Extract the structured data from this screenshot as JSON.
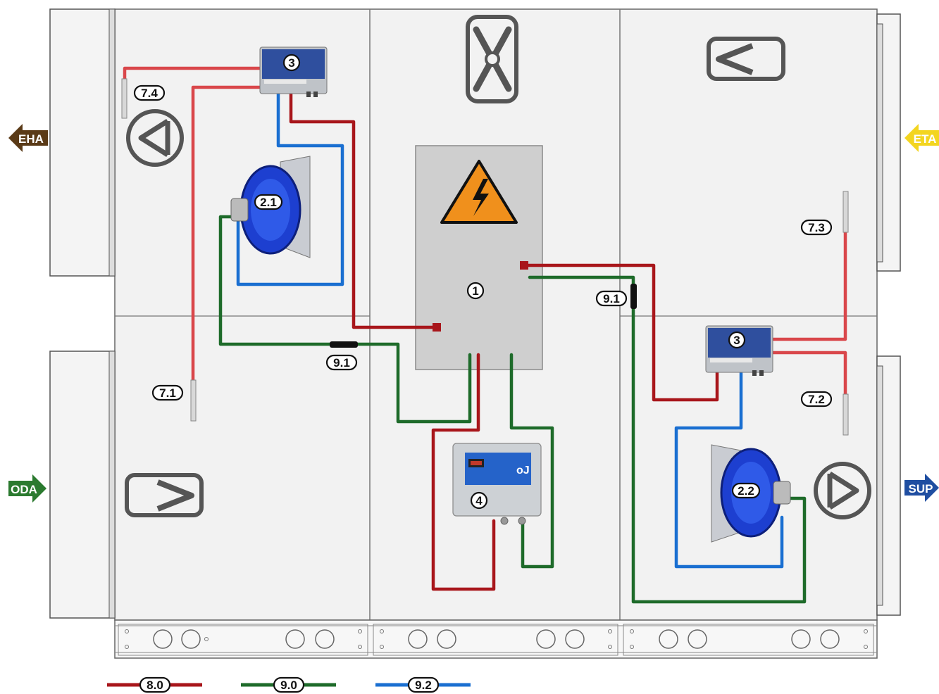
{
  "colors": {
    "power": "#a8161b",
    "control": "#1e6b2a",
    "fan_signal": "#1a6fd1",
    "sensor": "#d9474b",
    "eha": "#5a3a17",
    "eta": "#f3d520",
    "oda": "#2b7a2f",
    "sup": "#1f4ea1",
    "warning": "#f0901c"
  },
  "air_flows": {
    "eha": "EHA",
    "eta": "ETA",
    "oda": "ODA",
    "sup": "SUP"
  },
  "components": {
    "main_panel": "1",
    "controller_top": "3",
    "controller_right": "3",
    "fan_left": "2.1",
    "fan_right": "2.2",
    "display_unit": "4",
    "sensor_71": "7.1",
    "sensor_72": "7.2",
    "sensor_73": "7.3",
    "sensor_74": "7.4",
    "connector_left": "9.1",
    "connector_right": "9.1"
  },
  "legend": {
    "power": "8.0",
    "control": "9.0",
    "fan_signal": "9.2"
  },
  "icons": {
    "fan_section": "fan-icon",
    "warning": "high-voltage-icon",
    "filter_left": "filter-arrow-icon",
    "filter_right": "filter-arrow-icon",
    "exhaust_fan_dir": "fan-direction-icon",
    "supply_fan_dir": "fan-direction-icon"
  }
}
